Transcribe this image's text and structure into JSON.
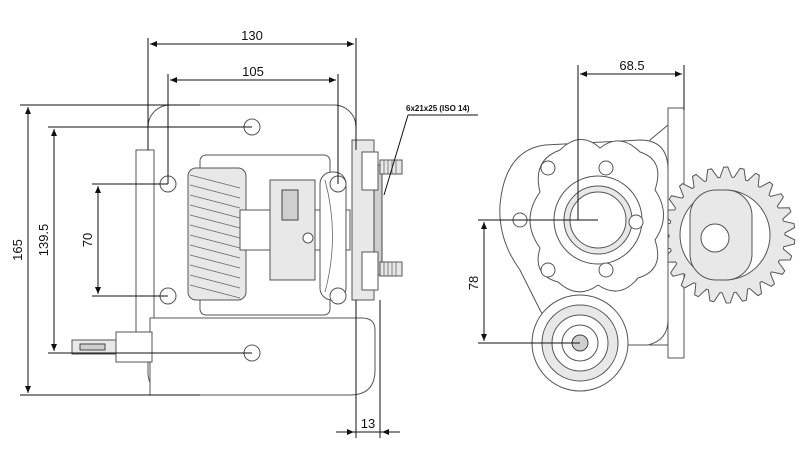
{
  "dimensions": {
    "overall_width": "130",
    "bolt_spacing_width": "105",
    "overall_height": "165",
    "bolt_spacing_height": "139.5",
    "inner_height": "70",
    "flange_thickness": "13",
    "shaft_offset_horizontal": "68.5",
    "shaft_offset_vertical": "78"
  },
  "notes": {
    "spline": "6x21x25 (ISO 14)"
  }
}
